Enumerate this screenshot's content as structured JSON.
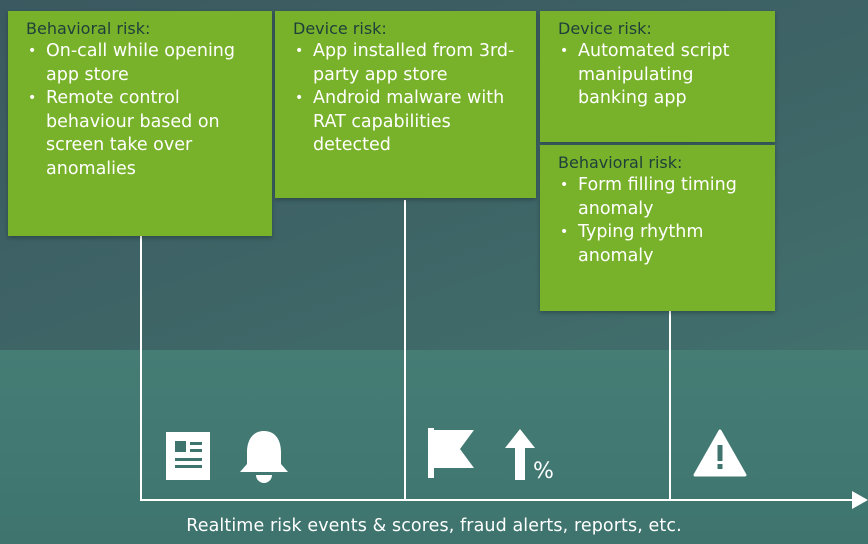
{
  "boxes": {
    "b1": {
      "title": "Behavioral risk:",
      "items": [
        "On-call while opening app store",
        "Remote control behaviour based on screen take over anomalies"
      ]
    },
    "b2": {
      "title": "Device risk:",
      "items": [
        "App installed from 3rd-party app store",
        "Android malware with RAT capabilities detected"
      ]
    },
    "b3": {
      "title": "Device risk:",
      "items": [
        "Automated script manipulating banking app"
      ]
    },
    "b4": {
      "title": "Behavioral risk:",
      "items": [
        "Form filling timing anomaly",
        "Typing rhythm anomaly"
      ]
    }
  },
  "icons": [
    "report-icon",
    "bell-icon",
    "flag-icon",
    "arrow-up-percent-icon",
    "warning-icon"
  ],
  "percent_symbol": "%",
  "caption": "Realtime risk events & scores, fraud alerts, reports, etc.",
  "colors": {
    "box": "#78b22a",
    "box_title": "#1e3f3a",
    "line": "#ffffff",
    "bg_top": "#3b5960",
    "bg_bottom": "#457d75"
  }
}
